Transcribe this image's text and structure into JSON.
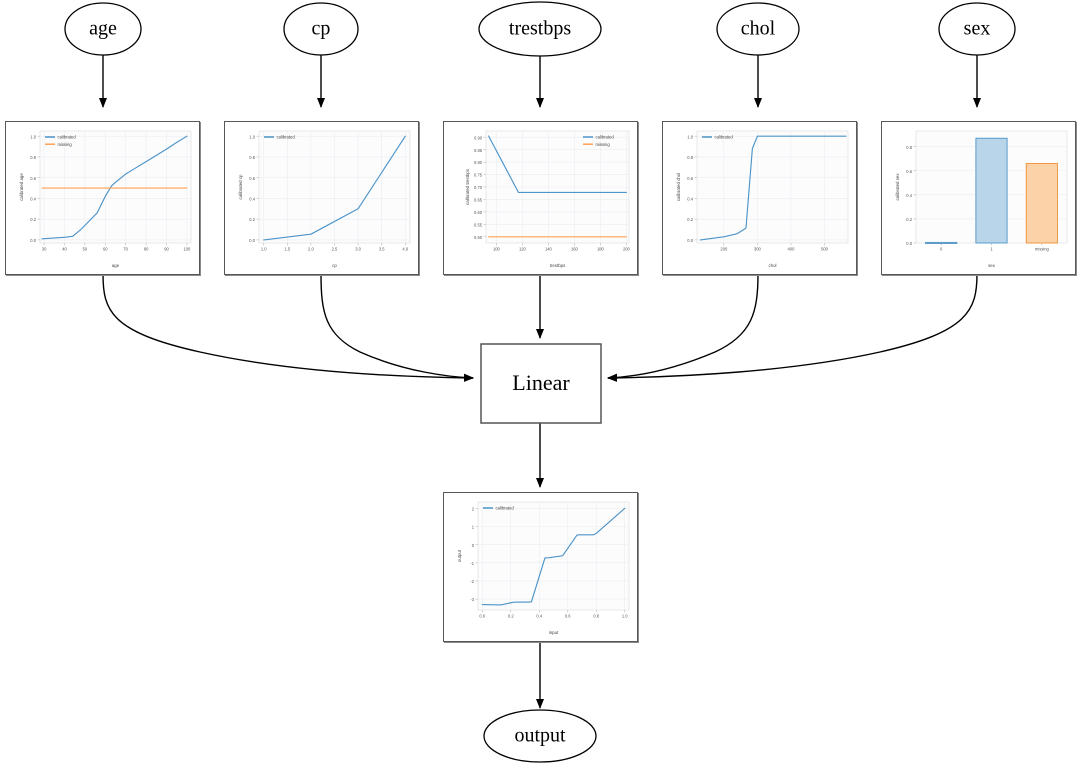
{
  "diagram": {
    "title": "calibrated feature model graph",
    "input_nodes": [
      {
        "id": "age",
        "label": "age"
      },
      {
        "id": "cp",
        "label": "cp"
      },
      {
        "id": "trestbps",
        "label": "trestbps"
      },
      {
        "id": "chol",
        "label": "chol"
      },
      {
        "id": "sex",
        "label": "sex"
      }
    ],
    "linear_node": {
      "label": "Linear"
    },
    "output_node": {
      "label": "output"
    }
  },
  "colors": {
    "calibrated": "#4d94c8",
    "missing": "#ffa053",
    "bar_blue_fill": "#b9d5ea",
    "bar_blue_edge": "#4d94c8",
    "bar_orange_fill": "#fcd3a8",
    "bar_orange_edge": "#ef8e36",
    "edge": "#000000",
    "panel_border": "#575757"
  },
  "legend_labels": {
    "calibrated": "calibrated",
    "missing": "missing"
  },
  "chart_data": [
    {
      "id": "age",
      "type": "line",
      "title": "",
      "xlabel": "age",
      "ylabel": "calibrated age",
      "xlim": [
        28,
        102
      ],
      "ylim": [
        -0.03,
        1.05
      ],
      "xticks": [
        30,
        40,
        50,
        60,
        70,
        80,
        90,
        100
      ],
      "yticks": [
        0.0,
        0.2,
        0.4,
        0.6,
        0.8,
        1.0
      ],
      "xticklabels": [
        "30",
        "40",
        "50",
        "60",
        "70",
        "80",
        "90",
        "100"
      ],
      "yticklabels": [
        "0.0",
        "0.2",
        "0.4",
        "0.6",
        "0.8",
        "1.0"
      ],
      "grid": true,
      "legend": "upper left",
      "series": [
        {
          "name": "calibrated",
          "color": "#4d94c8",
          "x": [
            29,
            40,
            44,
            48,
            52,
            56,
            60,
            63,
            65,
            70,
            75,
            80,
            85,
            90,
            95,
            100
          ],
          "y": [
            0.01,
            0.025,
            0.035,
            0.1,
            0.18,
            0.26,
            0.42,
            0.52,
            0.555,
            0.635,
            0.695,
            0.755,
            0.815,
            0.875,
            0.94,
            1.0
          ]
        },
        {
          "name": "missing",
          "color": "#ffa053",
          "x": [
            29,
            100
          ],
          "y": [
            0.5,
            0.5
          ]
        }
      ]
    },
    {
      "id": "cp",
      "type": "line",
      "title": "",
      "xlabel": "cp",
      "ylabel": "calibrated cp",
      "xlim": [
        0.9,
        4.1
      ],
      "ylim": [
        -0.03,
        1.05
      ],
      "xticks": [
        1.0,
        1.5,
        2.0,
        2.5,
        3.0,
        3.5,
        4.0
      ],
      "yticks": [
        0.0,
        0.2,
        0.4,
        0.6,
        0.8,
        1.0
      ],
      "xticklabels": [
        "1.0",
        "1.5",
        "2.0",
        "2.5",
        "3.0",
        "3.5",
        "4.0"
      ],
      "yticklabels": [
        "0.0",
        "0.2",
        "0.4",
        "0.6",
        "0.8",
        "1.0"
      ],
      "grid": true,
      "legend": "upper left",
      "series": [
        {
          "name": "calibrated",
          "color": "#4d94c8",
          "x": [
            1.0,
            2.0,
            3.0,
            4.0
          ],
          "y": [
            0.0,
            0.055,
            0.3,
            1.0
          ]
        }
      ]
    },
    {
      "id": "trestbps",
      "type": "line",
      "title": "",
      "xlabel": "trestbps",
      "ylabel": "calibrated trestbps",
      "xlim": [
        92,
        202
      ],
      "ylim": [
        0.475,
        0.925
      ],
      "xticks": [
        100,
        120,
        140,
        160,
        180,
        200
      ],
      "yticks": [
        0.5,
        0.55,
        0.6,
        0.65,
        0.7,
        0.75,
        0.8,
        0.85,
        0.9
      ],
      "xticklabels": [
        "100",
        "120",
        "140",
        "160",
        "180",
        "200"
      ],
      "yticklabels": [
        "0.50",
        "0.55",
        "0.60",
        "0.65",
        "0.70",
        "0.75",
        "0.80",
        "0.85",
        "0.90"
      ],
      "grid": true,
      "legend": "upper right",
      "series": [
        {
          "name": "calibrated",
          "color": "#4d94c8",
          "x": [
            94,
            117,
            200
          ],
          "y": [
            0.905,
            0.678,
            0.678
          ]
        },
        {
          "name": "missing",
          "color": "#ffa053",
          "x": [
            94,
            200
          ],
          "y": [
            0.5,
            0.5
          ]
        }
      ]
    },
    {
      "id": "chol",
      "type": "line",
      "title": "",
      "xlabel": "chol",
      "ylabel": "calibrated chol",
      "xlim": [
        120,
        570
      ],
      "ylim": [
        -0.03,
        1.05
      ],
      "xticks": [
        200,
        300,
        400,
        500
      ],
      "yticks": [
        0.0,
        0.2,
        0.4,
        0.6,
        0.8,
        1.0
      ],
      "xticklabels": [
        "200",
        "300",
        "400",
        "500"
      ],
      "yticklabels": [
        "0.0",
        "0.2",
        "0.4",
        "0.6",
        "0.8",
        "1.0"
      ],
      "grid": true,
      "legend": "upper left",
      "series": [
        {
          "name": "calibrated",
          "color": "#4d94c8",
          "x": [
            130,
            200,
            240,
            262,
            266,
            285,
            300,
            400,
            500,
            564
          ],
          "y": [
            0.0,
            0.03,
            0.06,
            0.105,
            0.115,
            0.88,
            1.0,
            1.0,
            1.0,
            1.0
          ]
        }
      ]
    },
    {
      "id": "sex",
      "type": "bar",
      "title": "",
      "xlabel": "sex",
      "ylabel": "calibrated sex",
      "categories": [
        "0",
        "1",
        "missing"
      ],
      "values": [
        0.005,
        0.87,
        0.66
      ],
      "bar_colors": [
        "#b9d5ea",
        "#b9d5ea",
        "#fcd3a8"
      ],
      "bar_edges": [
        "#4d94c8",
        "#4d94c8",
        "#ef8e36"
      ],
      "ylim": [
        0,
        0.93
      ],
      "yticks": [
        0.0,
        0.2,
        0.4,
        0.6,
        0.8
      ],
      "yticklabels": [
        "0.0",
        "0.2",
        "0.4",
        "0.6",
        "0.8"
      ],
      "grid": true,
      "legend": "none"
    },
    {
      "id": "output",
      "type": "line",
      "title": "",
      "xlabel": "input",
      "ylabel": "output",
      "xlim": [
        -0.03,
        1.03
      ],
      "ylim": [
        -3.6,
        2.35
      ],
      "xticks": [
        0.0,
        0.2,
        0.4,
        0.6,
        0.8,
        1.0
      ],
      "yticks": [
        -3,
        -2,
        -1,
        0,
        1,
        2
      ],
      "xticklabels": [
        "0.0",
        "0.2",
        "0.4",
        "0.6",
        "0.8",
        "1.0"
      ],
      "yticklabels": [
        "-3",
        "-2",
        "-1",
        "0",
        "1",
        "2"
      ],
      "grid": true,
      "legend": "upper left",
      "series": [
        {
          "name": "calibrated",
          "color": "#4d94c8",
          "x": [
            0.0,
            0.13,
            0.22,
            0.33,
            0.345,
            0.44,
            0.47,
            0.555,
            0.565,
            0.665,
            0.68,
            0.78,
            0.8,
            1.0
          ],
          "y": [
            -3.3,
            -3.32,
            -3.17,
            -3.16,
            -3.15,
            -0.73,
            -0.72,
            -0.62,
            -0.6,
            0.53,
            0.54,
            0.54,
            0.62,
            2.0
          ]
        }
      ]
    }
  ]
}
